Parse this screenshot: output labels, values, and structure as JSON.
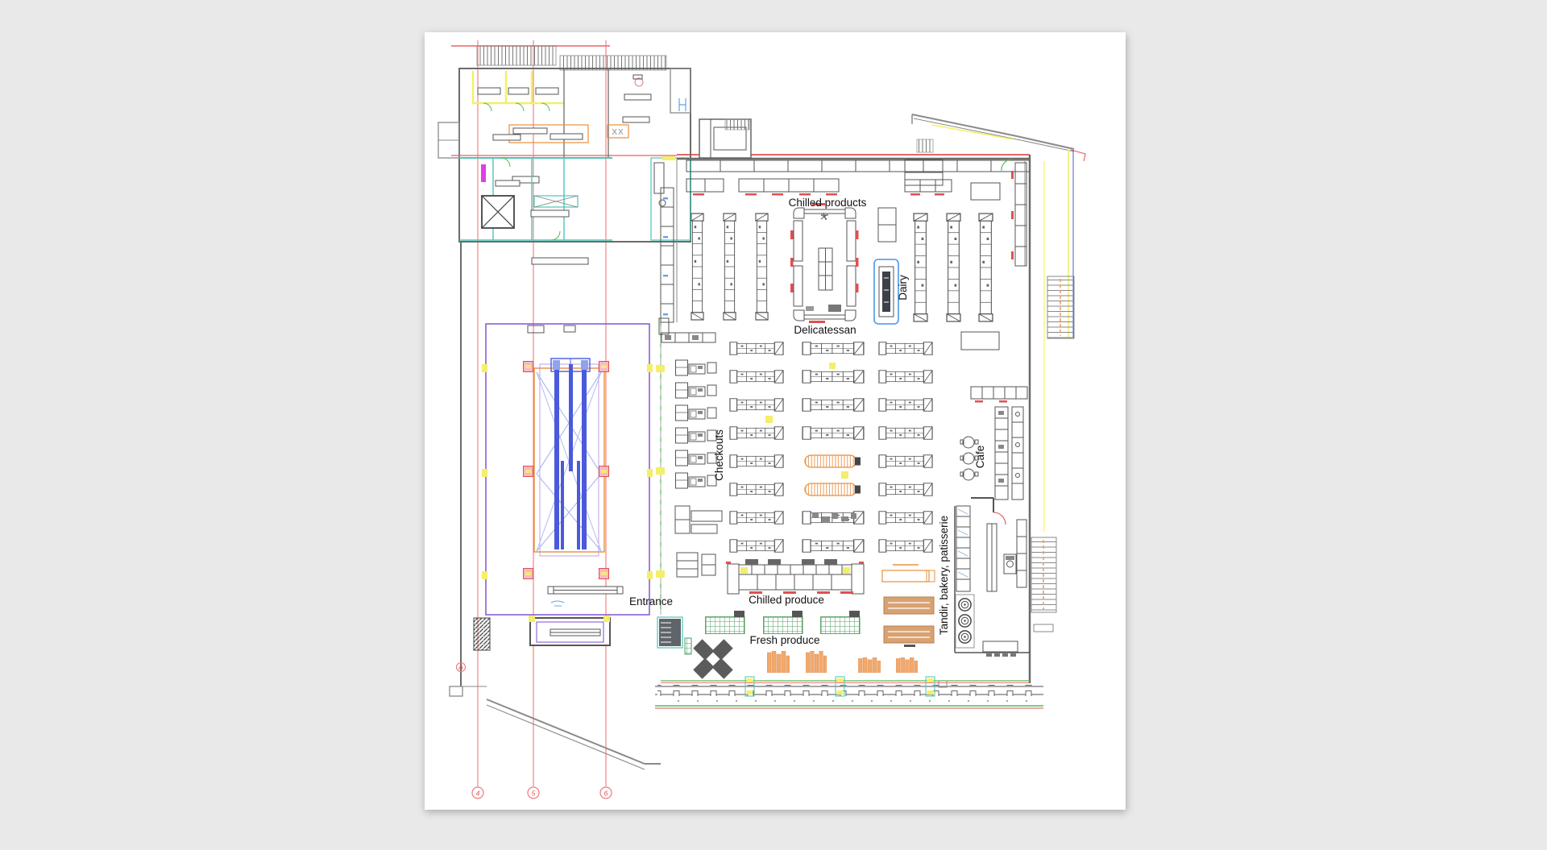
{
  "document": {
    "type": "cad-floor-plan",
    "background": "#e9e9e9",
    "page_color": "#ffffff"
  },
  "plan": {
    "area_labels": [
      {
        "id": "chilled-products",
        "text": "Chilled products",
        "orientation": "horizontal"
      },
      {
        "id": "dairy",
        "text": "Dairy",
        "orientation": "vertical"
      },
      {
        "id": "delicatessan",
        "text": "Delicatessan",
        "orientation": "horizontal"
      },
      {
        "id": "checkouts",
        "text": "Checkouts",
        "orientation": "vertical"
      },
      {
        "id": "cafe",
        "text": "Cafe",
        "orientation": "vertical"
      },
      {
        "id": "tandir-bakery-patisserie",
        "text": "Tandir, bakery, patisserie",
        "orientation": "vertical"
      },
      {
        "id": "entrance",
        "text": "Entrance",
        "orientation": "horizontal"
      },
      {
        "id": "chilled-produce",
        "text": "Chilled produce",
        "orientation": "horizontal"
      },
      {
        "id": "fresh-produce",
        "text": "Fresh produce",
        "orientation": "horizontal"
      }
    ],
    "annotations": {
      "room_code": "XX"
    },
    "grid_bubbles": [
      {
        "label": "4"
      },
      {
        "label": "5"
      },
      {
        "label": "6"
      },
      {
        "label": "A"
      }
    ],
    "colors": {
      "background": "#e9e9e9",
      "page": "#ffffff",
      "wall": "#6b6b6b",
      "furn": "#555555",
      "red-grid": "#f07878",
      "red-accent": "#e05050",
      "yellow": "#f3ef6a",
      "green": "#55bb55",
      "teal": "#49c6b8",
      "cyan-blue": "#61a3e8",
      "purple": "#8a5fd6",
      "royal-blue": "#4a5adb",
      "light-blue": "#aebef2",
      "orange": "#e8903c",
      "orange-fill": "#f2a96d",
      "tan": "#d7a272",
      "magenta": "#e23de2",
      "produce-green": "#4e9e5f",
      "text": "#111111"
    }
  }
}
